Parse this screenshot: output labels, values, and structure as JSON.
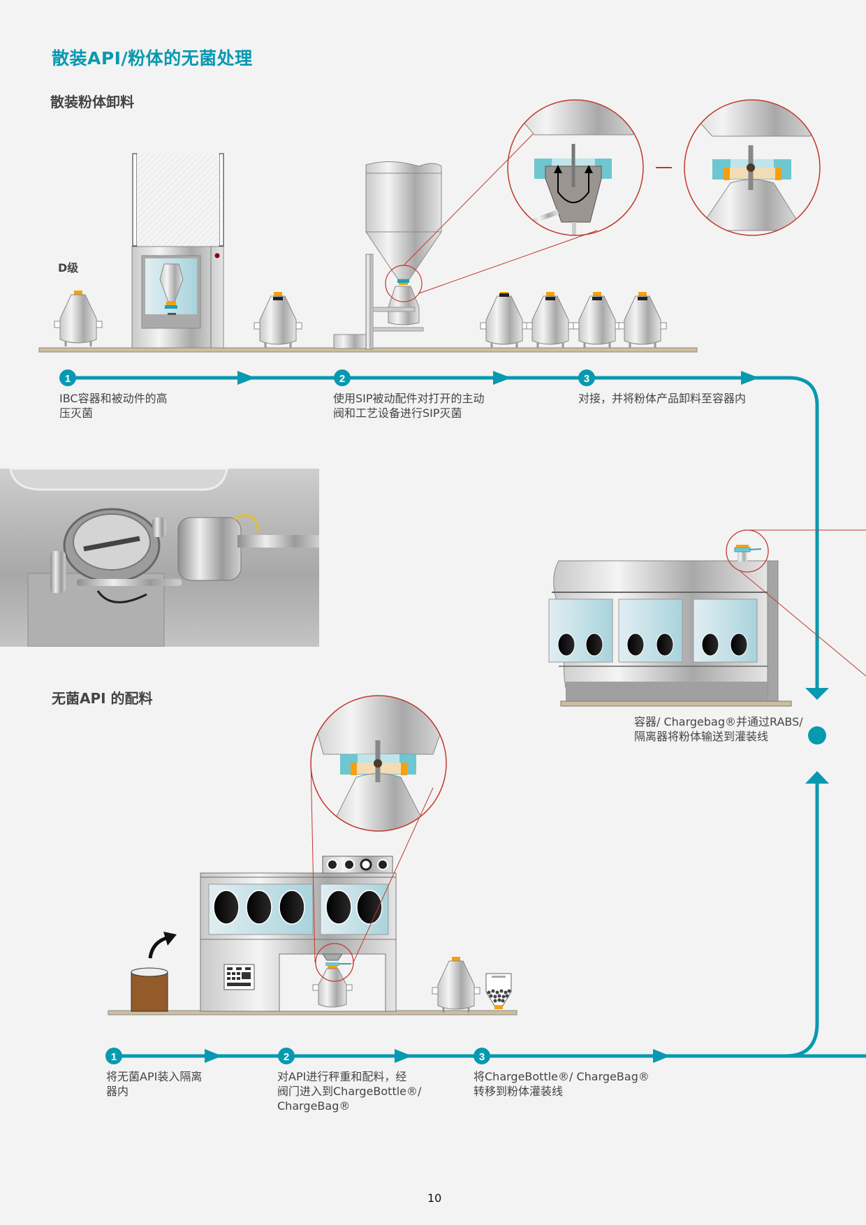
{
  "page": {
    "title": "散装API/粉体的无菌处理",
    "page_number": "10",
    "accent_color": "#0799b0",
    "callout_color": "#c0392b"
  },
  "section_bulk": {
    "heading": "散装粉体卸料",
    "grade_label": "D级",
    "steps": [
      {
        "number": "1",
        "text_line1": "IBC容器和被动件的高",
        "text_line2": "压灭菌"
      },
      {
        "number": "2",
        "text_line1": "使用SIP被动配件对打开的主动",
        "text_line2": "阀和工艺设备进行SIP灭菌"
      },
      {
        "number": "3",
        "text_line1": "对接，并将粉体产品卸料至容器内",
        "text_line2": ""
      }
    ]
  },
  "transfer": {
    "text_line1": "容器/ Chargebag®并通过RABS/",
    "text_line2": "隔离器将粉体输送到灌装线"
  },
  "photo": {
    "description": "split valve assembly inside isolator"
  },
  "section_sterile": {
    "heading": "无菌API 的配料",
    "steps": [
      {
        "number": "1",
        "text_line1": "将无菌API装入隔离",
        "text_line2": "器内",
        "text_line3": ""
      },
      {
        "number": "2",
        "text_line1": "对API进行秤重和配料，经",
        "text_line2": "阀门进入到ChargeBottle®/",
        "text_line3": "ChargeBag®"
      },
      {
        "number": "3",
        "text_line1": "将ChargeBottle®/ ChargeBag®",
        "text_line2": "转移到粉体灌装线",
        "text_line3": ""
      }
    ]
  }
}
